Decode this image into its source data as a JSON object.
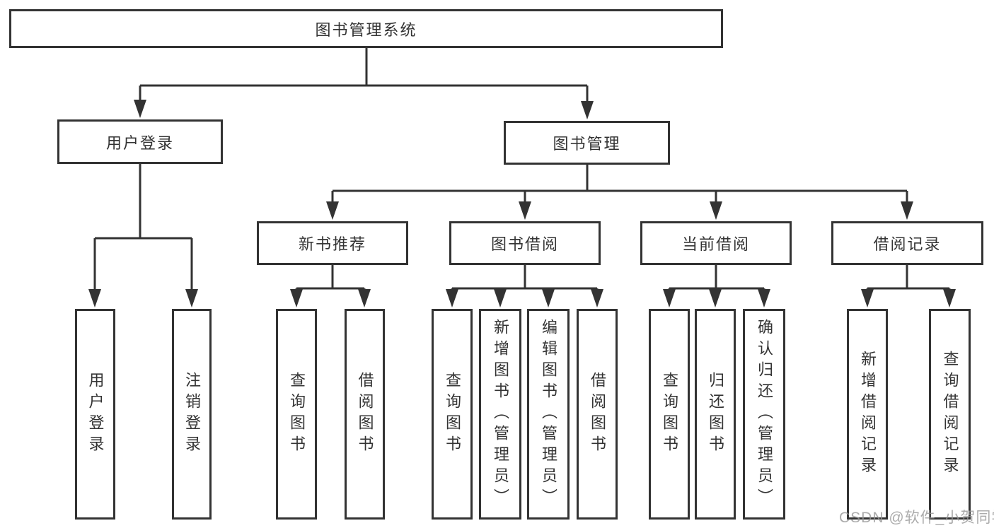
{
  "diagram": {
    "root": "图书管理系统",
    "branches": [
      {
        "label": "用户登录",
        "children": [
          {
            "label": "用户登录"
          },
          {
            "label": "注销登录"
          }
        ]
      },
      {
        "label": "图书管理",
        "children": [
          {
            "label": "新书推荐",
            "children": [
              {
                "label": "查询图书"
              },
              {
                "label": "借阅图书"
              }
            ]
          },
          {
            "label": "图书借阅",
            "children": [
              {
                "label": "查询图书"
              },
              {
                "label": "新增图书（管理员）"
              },
              {
                "label": "编辑图书（管理员）"
              },
              {
                "label": "借阅图书"
              }
            ]
          },
          {
            "label": "当前借阅",
            "children": [
              {
                "label": "查询图书"
              },
              {
                "label": "归还图书"
              },
              {
                "label": "确认归还（管理员）"
              }
            ]
          },
          {
            "label": "借阅记录",
            "children": [
              {
                "label": "新增借阅记录"
              },
              {
                "label": "查询借阅记录"
              }
            ]
          }
        ]
      }
    ]
  },
  "watermark": "CSDN @软件_小贺同学",
  "colors": {
    "line": "#333333",
    "text": "#333333",
    "background": "#ffffff",
    "watermark": "#969696"
  }
}
